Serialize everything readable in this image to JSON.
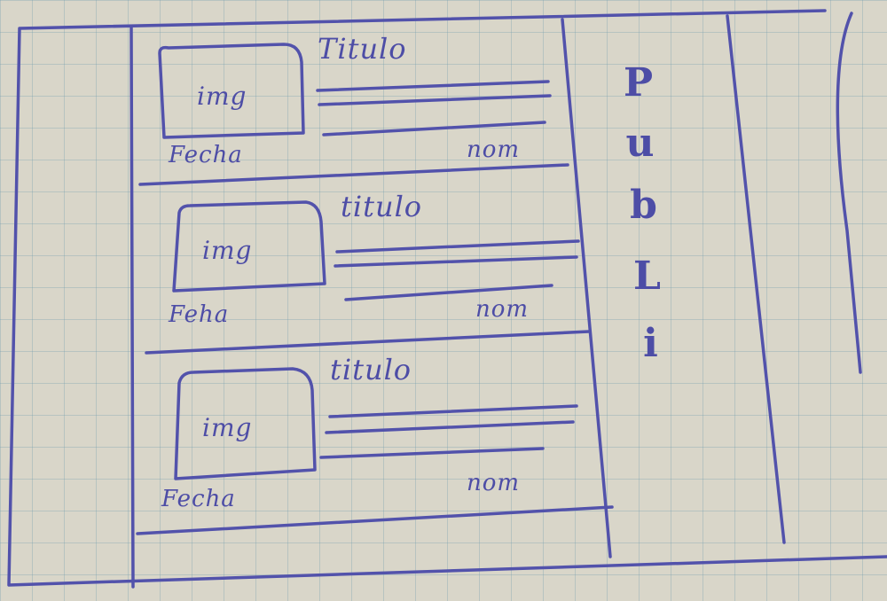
{
  "colors": {
    "ink": "#4d4da6",
    "paper": "#d9d6c9",
    "grid": "#78a0af"
  },
  "cards": [
    {
      "title": "Titulo",
      "image": "img",
      "date": "Fecha",
      "author": "nom"
    },
    {
      "title": "titulo",
      "image": "img",
      "date": "Feha",
      "author": "nom"
    },
    {
      "title": "titulo",
      "image": "img",
      "date": "Fecha",
      "author": "nom"
    }
  ],
  "ad": {
    "letters": [
      "P",
      "u",
      "b",
      "L",
      "i"
    ]
  }
}
